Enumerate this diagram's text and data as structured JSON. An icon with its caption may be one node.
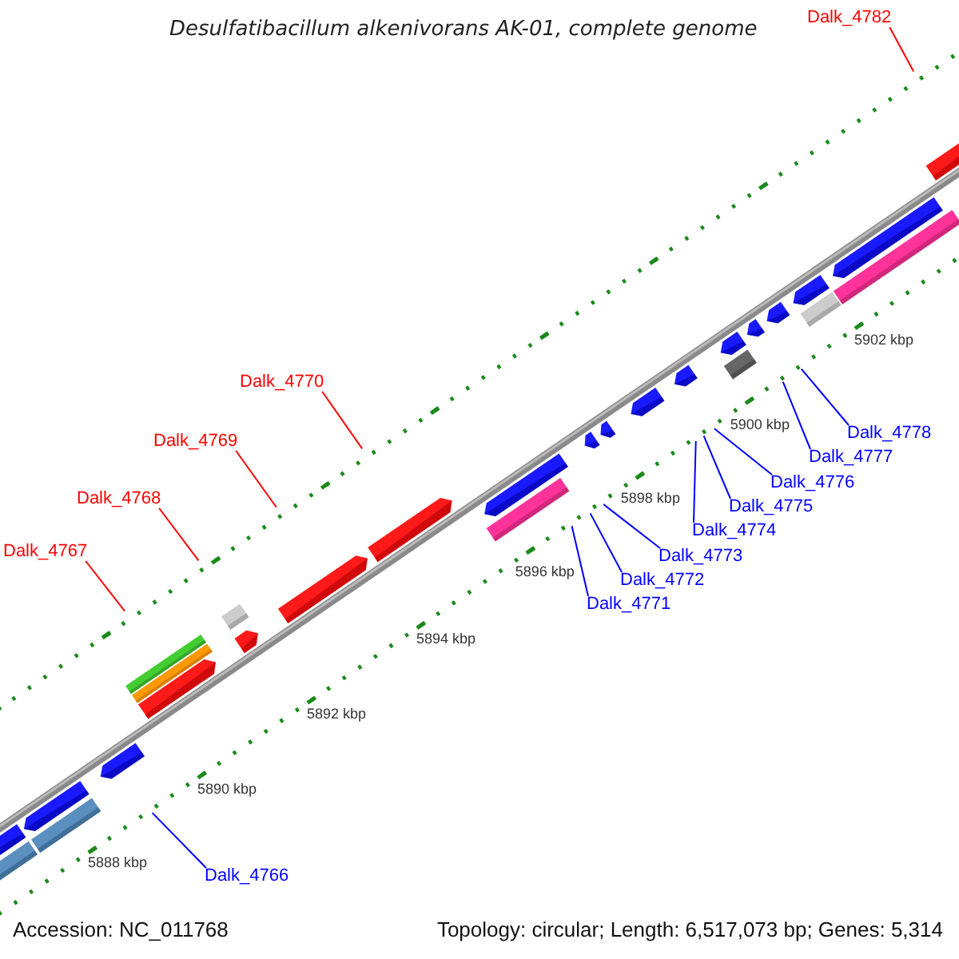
{
  "diagram": {
    "title": "Desulfatibacillum alkenivorans AK-01, complete genome",
    "nodes": [
      {
        "text": [
          "Dalk_4782"
        ]
      },
      {
        "text": [
          "Dalk_4770"
        ]
      },
      {
        "text": [
          "Dalk_4778"
        ]
      },
      {
        "text": [
          "Dalk_4769"
        ]
      },
      {
        "text": [
          "Dalk_4777"
        ]
      },
      {
        "text": [
          "Dalk_4776"
        ]
      },
      {
        "text": [
          "Dalk_4768"
        ]
      },
      {
        "text": [
          "Dalk_4775"
        ]
      },
      {
        "text": [
          "Dalk_4774"
        ]
      },
      {
        "text": [
          "Dalk_4767"
        ]
      },
      {
        "text": [
          "Dalk_4773"
        ]
      },
      {
        "text": [
          "Dalk_4772"
        ]
      },
      {
        "text": [
          "Dalk_4771"
        ]
      },
      {
        "text": [
          "Dalk_4766"
        ]
      }
    ],
    "edges": [
      {
        "from": 0,
        "to": null,
        "arrow": "none",
        "color": "#ff0000"
      },
      {
        "from": 1,
        "to": null,
        "arrow": "none",
        "color": "#ff0000"
      },
      {
        "from": 2,
        "to": null,
        "arrow": "none"
      },
      {
        "from": 3,
        "to": null,
        "arrow": "none",
        "color": "#ff0000"
      },
      {
        "from": 4,
        "to": null,
        "arrow": "none"
      },
      {
        "from": 5,
        "to": null,
        "arrow": "none"
      },
      {
        "from": 6,
        "to": null,
        "arrow": "none",
        "color": "#ff0000"
      },
      {
        "from": 7,
        "to": null,
        "arrow": "none"
      },
      {
        "from": 8,
        "to": null,
        "arrow": "none"
      },
      {
        "from": 9,
        "to": null,
        "arrow": "none",
        "color": "#ff0000"
      },
      {
        "from": 10,
        "to": null,
        "arrow": "none"
      },
      {
        "from": 11,
        "to": null,
        "arrow": "none"
      },
      {
        "from": 12,
        "to": null,
        "arrow": "none"
      },
      {
        "from": 13,
        "to": null,
        "arrow": "none"
      }
    ],
    "labels": [
      "5902 kbp",
      "5900 kbp",
      "5898 kbp",
      "5896 kbp",
      "5894 kbp",
      "5892 kbp",
      "5890 kbp",
      "5888 kbp",
      "Accession: NC_011768",
      "Topology: circular; Length: 6,517,073 bp; Genes: 5,314"
    ]
  }
}
